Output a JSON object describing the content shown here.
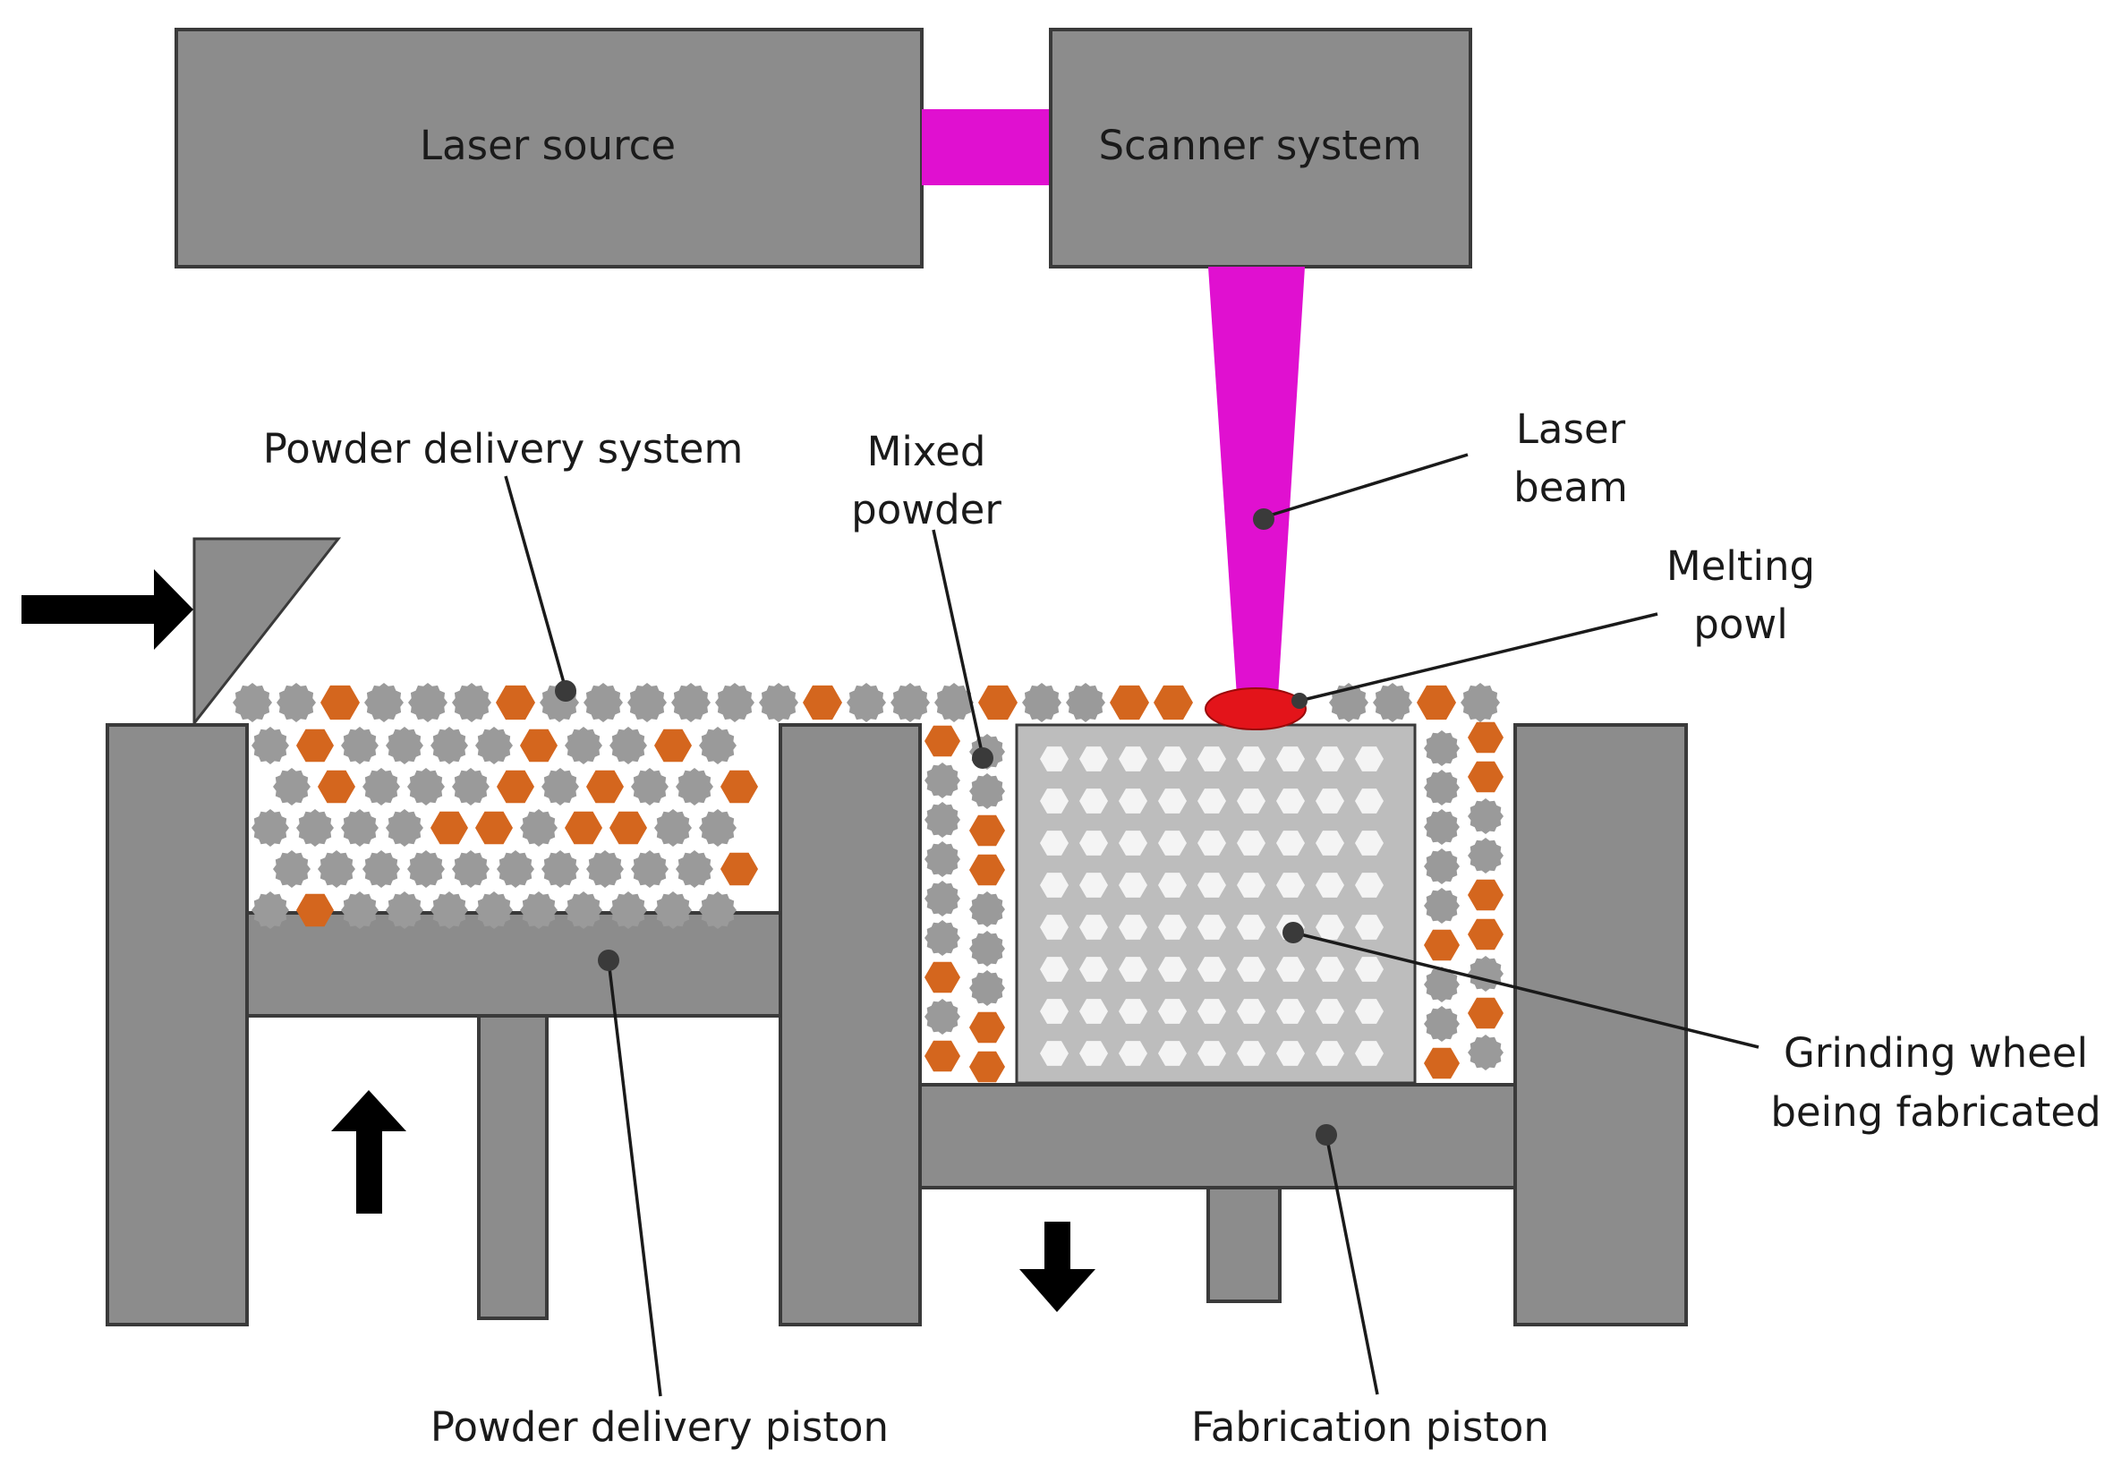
{
  "labels": {
    "laser_source": "Laser source",
    "scanner_system": "Scanner system",
    "powder_delivery_system": "Powder delivery system",
    "mixed_powder": [
      "Mixed",
      "powder"
    ],
    "laser_beam": [
      "Laser",
      "beam"
    ],
    "melting_powl": [
      "Melting",
      "powl"
    ],
    "grinding_wheel": [
      "Grinding wheel",
      "being fabricated"
    ],
    "powder_delivery_piston": "Powder delivery piston",
    "fabrication_piston": "Fabrication piston"
  },
  "colors": {
    "machine": "#8c8c8c",
    "outline": "#3a3a3a",
    "laser": "#e010d0",
    "melt_pool": "#e3141a",
    "abrasive_grain": "#d4661e",
    "metal_powder": "#9a9a9a",
    "part": "#bdbdbd",
    "part_grain": "#f4f4f4",
    "arrow": "#000000"
  }
}
